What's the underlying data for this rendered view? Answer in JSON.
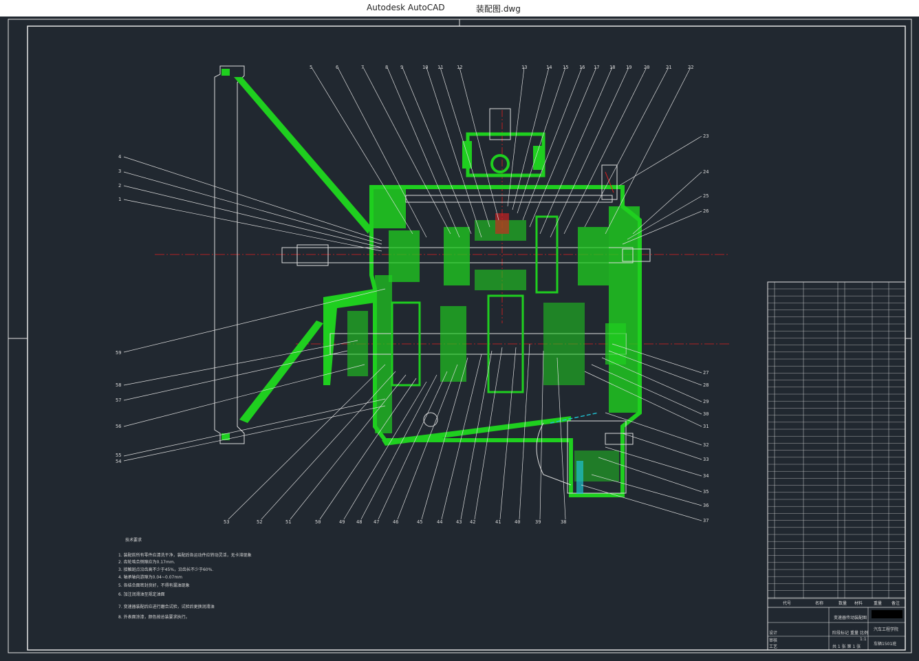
{
  "window": {
    "app_name": "Autodesk AutoCAD",
    "file_name": "装配图.dwg"
  },
  "colors": {
    "background": "#212830",
    "part_green": "#1fcf1f",
    "leader_white": "#e0e0e0",
    "centerline_red": "#e02020",
    "accent_cyan": "#20c0d0",
    "frame": "#e6e6e6"
  },
  "callouts_top": [
    "5",
    "6",
    "7",
    "8",
    "9",
    "10",
    "11",
    "12",
    "13",
    "14",
    "15",
    "16",
    "17",
    "18",
    "19",
    "20",
    "21",
    "22"
  ],
  "callouts_left": [
    "4",
    "3",
    "2",
    "1",
    "59",
    "58",
    "57",
    "56",
    "55",
    "54"
  ],
  "callouts_right": [
    "23",
    "24",
    "25",
    "26",
    "27",
    "28",
    "29",
    "30",
    "31",
    "32",
    "33",
    "34",
    "35",
    "36",
    "37"
  ],
  "callouts_bottom": [
    "53",
    "52",
    "51",
    "50",
    "49",
    "48",
    "47",
    "46",
    "45",
    "44",
    "43",
    "42",
    "41",
    "40",
    "39",
    "38"
  ],
  "notes": {
    "title": "技术要求",
    "lines": [
      "1. 装配前所有零件应清洗干净，装配后各运动件应转动灵活，无卡滞现象",
      "2. 齿轮啮合侧隙应为0.17mm.",
      "3. 接触斑点沿齿高不少于45%，沿齿长不少于60%.",
      "4. 轴承轴向游隙为0.04~0.07mm",
      "5. 各结合面密封良好，不得有漏油现象",
      "6. 加注润滑油至规定油面",
      "7. 变速器装配后应进行磨合试验，试验后更换润滑油",
      "8. 外表面涂漆，颜色按总装要求执行。"
    ]
  },
  "title_block": {
    "col_code": "代号",
    "col_name": "名称",
    "col_qty": "数量",
    "col_material": "材料",
    "col_weight": "重量",
    "col_note": "备注",
    "drawing_title": "变速器传动装配图",
    "school": "汽车工程学院",
    "drawing_no": "车辆1501班",
    "sheet_info": "共 1 张  第 1 张",
    "scale": "1:1",
    "designer": "设计",
    "checker": "审核",
    "process": "工艺",
    "stage_mark": "阶段标记",
    "weight_label": "重量",
    "scale_label": "比例"
  }
}
